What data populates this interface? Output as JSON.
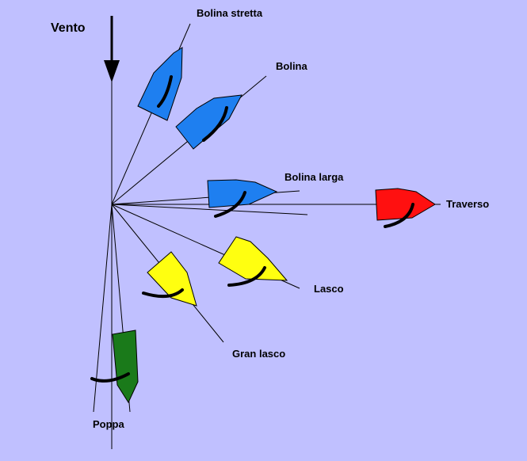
{
  "colors": {
    "background": "#c0c0ff",
    "line": "#000000",
    "close_hauled_boats": "#1e7ff0",
    "beam_reach_boat": "#ff1010",
    "broad_reach_boats": "#ffff10",
    "running_boat": "#1a7a1a"
  },
  "labels": {
    "wind": "Vento",
    "close_hauled": "Bolina stretta",
    "close_reach": "Bolina",
    "fine_reach": "Bolina larga",
    "beam_reach": "Traverso",
    "broad_reach": "Lasco",
    "broad_reach_wide": "Gran lasco",
    "running": "Poppa"
  }
}
